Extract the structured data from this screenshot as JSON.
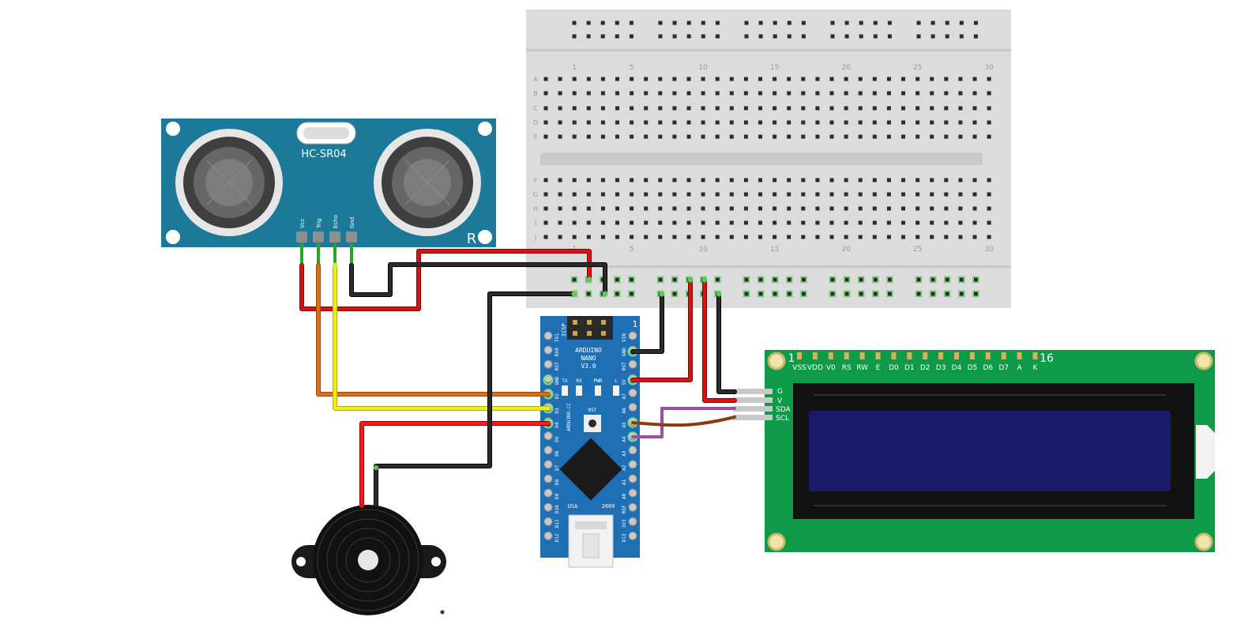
{
  "sensor": {
    "model": "HC-SR04",
    "corner_mark": "R",
    "pins": [
      "Vcc",
      "Trig",
      "Echo",
      "Gnd"
    ]
  },
  "breadboard": {
    "column_numbers": [
      "1",
      "5",
      "10",
      "15",
      "20",
      "25",
      "30"
    ],
    "row_letters_top": [
      "A",
      "B",
      "C",
      "D",
      "E"
    ],
    "row_letters_bottom": [
      "F",
      "G",
      "H",
      "I",
      "J"
    ]
  },
  "nano": {
    "number": "1",
    "icsp": "ICSP",
    "name_line1": "ARDUINO",
    "name_line2": "NANO",
    "name_line3": "V3.0",
    "site": "ARDUINO.CC",
    "leds": [
      "TX",
      "RX",
      "PWR",
      "L"
    ],
    "rst": "RST",
    "usa": "USA",
    "year": "2009",
    "left_pins": [
      "TX1",
      "RX0",
      "RST",
      "GND",
      "D2",
      "D3",
      "D4",
      "D5",
      "D6",
      "D7",
      "D8",
      "D9",
      "D10",
      "D11",
      "D12"
    ],
    "right_pins": [
      "VIN",
      "GND",
      "RST",
      "5V",
      "A7",
      "A6",
      "A5",
      "A4",
      "A3",
      "A2",
      "A1",
      "A0",
      "REF",
      "3V3",
      "D13"
    ]
  },
  "lcd": {
    "first_pin": "1",
    "last_pin": "16",
    "pin_labels": [
      "VSS",
      "VDD",
      "V0",
      "RS",
      "RW",
      "E",
      "D0",
      "D1",
      "D2",
      "D3",
      "D4",
      "D5",
      "D6",
      "D7",
      "A",
      "K"
    ],
    "i2c_pins": [
      "G",
      "V",
      "SDA",
      "SCL"
    ]
  },
  "colors": {
    "sensor_board": "#1c7a98",
    "nano_board": "#1f6fb5",
    "lcd_board": "#0f9a4a",
    "lcd_screen": "#1a1a6a",
    "breadboard": "#dcdcdc",
    "wire_red": "#d31414",
    "wire_black": "#1a1a1a",
    "wire_orange": "#e06c16",
    "wire_yellow": "#f2ec1a",
    "wire_purple": "#9b4fa0",
    "wire_brown": "#8a3d0f"
  }
}
